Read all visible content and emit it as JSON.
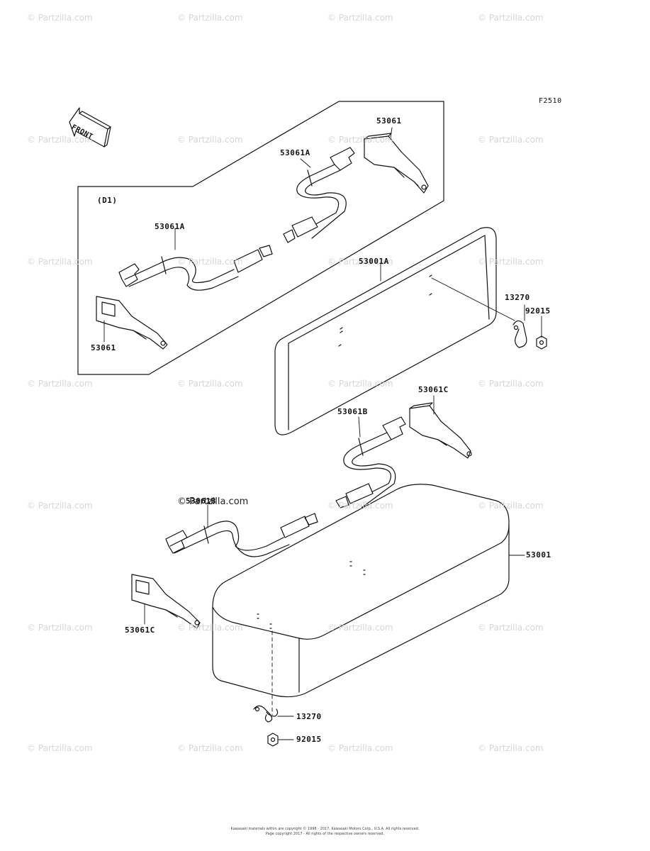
{
  "figure_id": "F2510",
  "front_label": "FRONT",
  "variant_label": "(D1)",
  "watermark_text": "© Partzilla.com",
  "parts": {
    "p53061_top": "53061",
    "p53061A_top": "53061A",
    "p53061A_left": "53061A",
    "p53061_left": "53061",
    "p53001A": "53001A",
    "p13270_right": "13270",
    "p92015_right": "92015",
    "p53061C_right": "53061C",
    "p53061B_right": "53061B",
    "p53061B_left": "53061B",
    "p53001": "53001",
    "p53061C_left": "53061C",
    "p13270_bottom": "13270",
    "p92015_bottom": "92015"
  },
  "copyright_line1": "Kawasaki materials within are copyright © 1998 - 2017, Kawasaki Motors Corp., U.S.A. All rights reserved.",
  "copyright_line2": "Page copyright 2017 - All rights of the respective owners reserved."
}
